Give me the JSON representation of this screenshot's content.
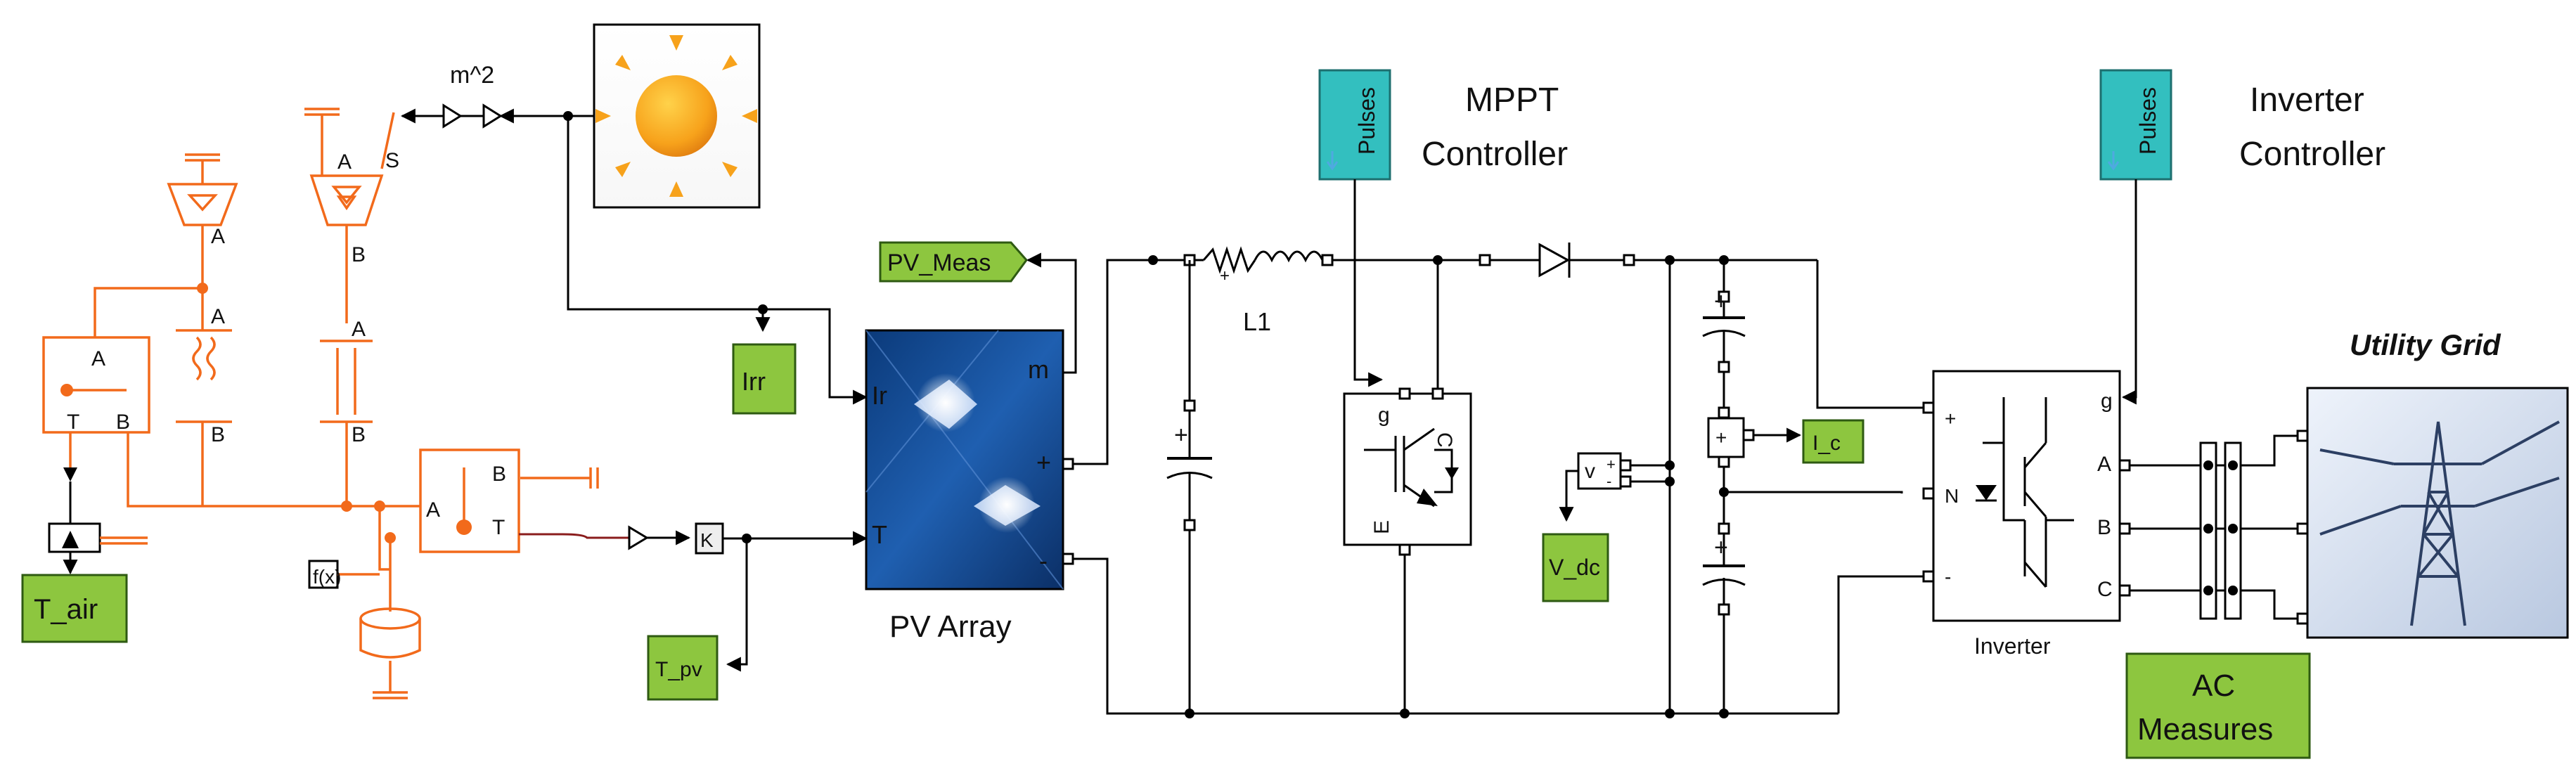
{
  "blocks": {
    "mppt_controller": {
      "caption_line1": "MPPT",
      "caption_line2": "Controller",
      "port_label": "Pulses"
    },
    "inverter_controller": {
      "caption_line1": "Inverter",
      "caption_line2": "Controller",
      "port_label": "Pulses"
    },
    "pv_meas_tag": "PV_Meas",
    "irr_tag": "Irr",
    "t_pv_tag": "T_pv",
    "t_air_tag": "T_air",
    "v_dc_tag": "V_dc",
    "i_c_tag": "I_c",
    "ac_measures": {
      "line1": "AC",
      "line2": "Measures"
    },
    "gain_label": "m^2",
    "inductor_label": "L1",
    "pv_array": {
      "caption": "PV Array",
      "port_ir": "Ir",
      "port_t": "T",
      "port_m": "m",
      "port_plus": "+",
      "port_minus": "-"
    },
    "inverter": {
      "caption": "Inverter",
      "port_g": "g",
      "port_plus": "+",
      "port_n": "N",
      "port_minus": "-",
      "port_a": "A",
      "port_b": "B",
      "port_c": "C"
    },
    "igbt": {
      "port_g": "g",
      "port_c": "C",
      "port_e": "E"
    },
    "utility_grid": {
      "caption": "Utility Grid"
    },
    "thermal": {
      "sensor_left": {
        "port_a": "A",
        "port_t": "T",
        "port_b": "B"
      },
      "mass_block": {
        "port_a": "A",
        "port_b": "B",
        "port_t": "T"
      },
      "conv1": {
        "port_a": "A",
        "port_b": "B"
      },
      "conv2": {
        "port_a": "A",
        "port_b": "B"
      },
      "source1": {
        "port_a": "A"
      },
      "source2": {
        "port_a": "A",
        "port_s": "S",
        "port_b": "B"
      }
    },
    "voltage_sensor": {
      "label": "v"
    }
  },
  "colors": {
    "thermal_network": "#f26a1b",
    "tag_green": "#8dc63f",
    "controller_teal": "#33bfbf",
    "signal_line": "#000000",
    "temperature_signal": "#8a1c1c"
  }
}
